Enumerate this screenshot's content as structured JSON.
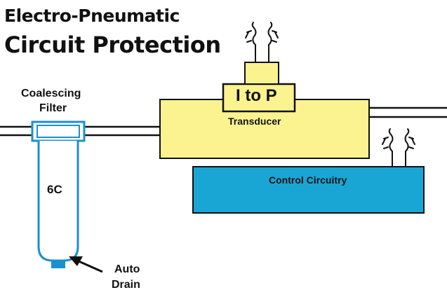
{
  "title": {
    "line1": "Electro-Pneumatic",
    "line2": "Circuit Protection"
  },
  "components": {
    "filter_label": [
      "Coalescing",
      "Filter"
    ],
    "filter_grade": "6C",
    "transducer_badge": "I to P",
    "transducer_label": "Transducer",
    "control_label": "Control Circuitry",
    "drain_label": [
      "Auto",
      "Drain"
    ]
  },
  "colors": {
    "transducer_fill": "#fbf38f",
    "control_fill": "#1aa6d4",
    "filter_stroke": "#1b8fd2",
    "line": "#111111"
  }
}
